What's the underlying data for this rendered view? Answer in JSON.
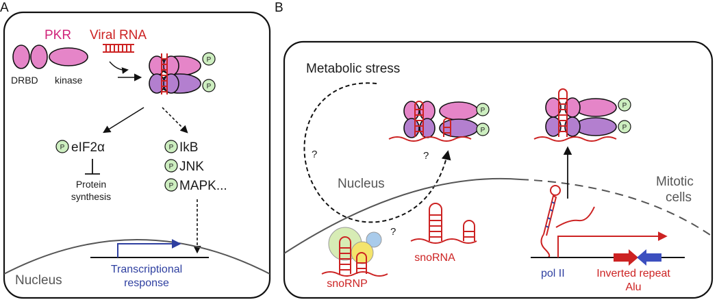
{
  "panel_a": {
    "letter": "A",
    "pkr_label": "PKR",
    "viral_rna_label": "Viral RNA",
    "drbd_label": "DRBD",
    "kinase_label": "kinase",
    "eif2a_label": "eIF2α",
    "protein_synthesis": [
      "Protein",
      "synthesis"
    ],
    "targets": [
      "IkB",
      "JNK",
      "MAPK..."
    ],
    "transcriptional_response": [
      "Transcriptional",
      "response"
    ],
    "nucleus_label": "Nucleus"
  },
  "panel_b": {
    "letter": "B",
    "metabolic_stress": "Metabolic stress",
    "question_mark": "?",
    "nucleus_label": "Nucleus",
    "mitotic_cells": [
      "Mitotic",
      "cells"
    ],
    "snorna_label": "snoRNA",
    "snornp_label": "snoRNP",
    "pol2_label": "pol II",
    "inverted_repeat": [
      "Inverted repeat",
      "Alu"
    ]
  },
  "phospho_label": "P",
  "colors": {
    "pink": "#e585c8",
    "purple": "#b37fcf",
    "light_purple": "#d9a8df",
    "red": "#cc2222",
    "magenta": "#d0237a",
    "blue": "#2e3fa0",
    "phospho_fill": "#cdeec0",
    "snornp_green": "#d7ecb5",
    "snornp_yellow": "#f4e46c",
    "snornp_blue": "#a9cbeb"
  }
}
